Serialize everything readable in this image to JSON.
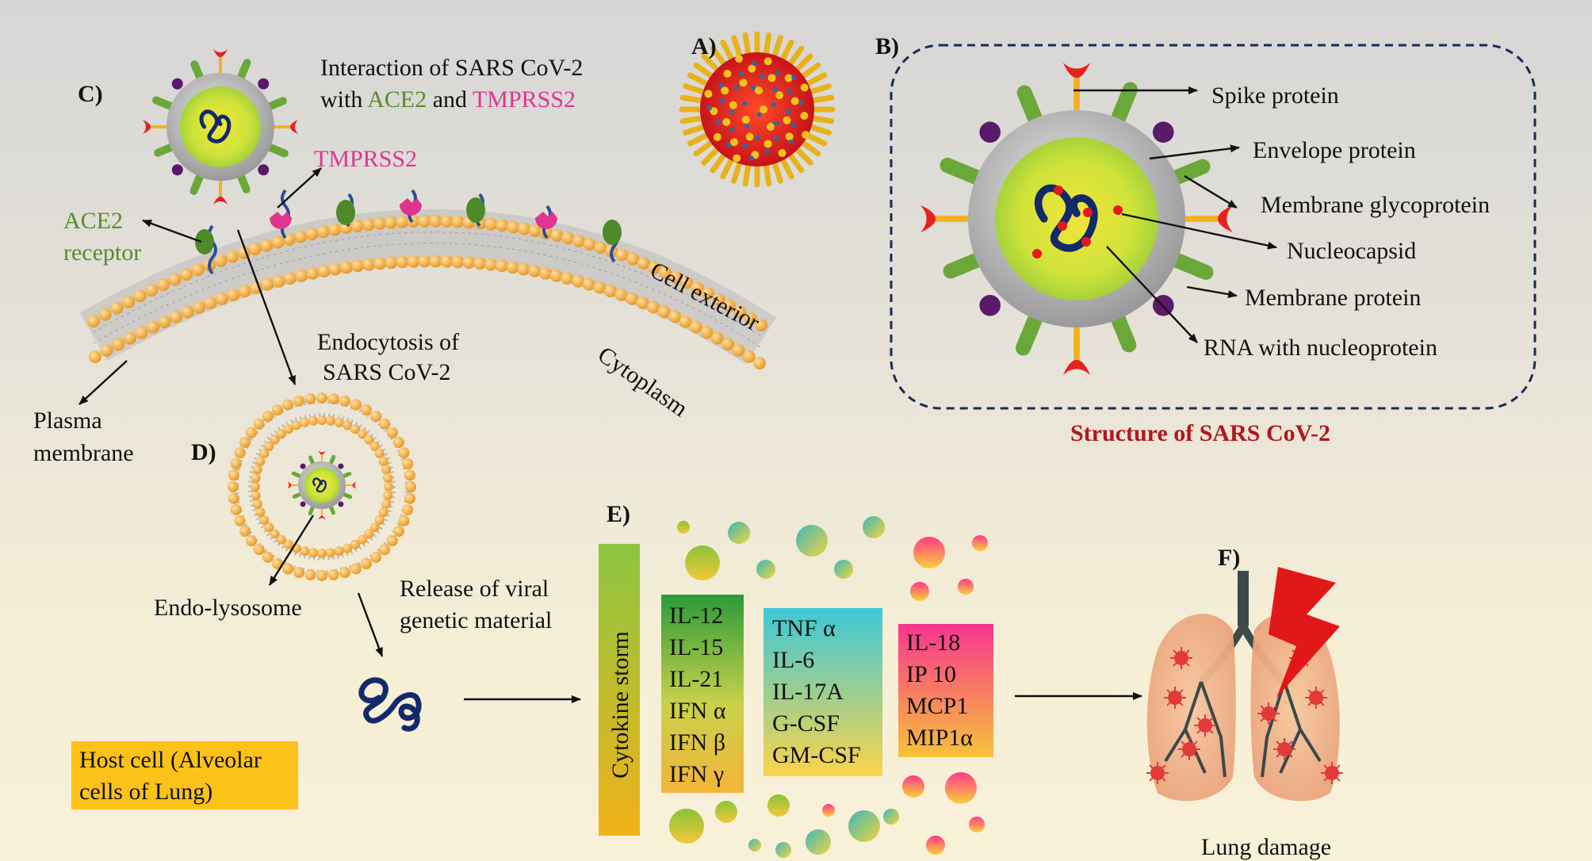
{
  "panels": {
    "a": "A)",
    "b": "B)",
    "c": "C)",
    "d": "D)",
    "e": "E)",
    "f": "F)"
  },
  "interaction": {
    "line1": "Interaction of SARS CoV-2",
    "line2_prefix": "with ",
    "ace2": "ACE2",
    "and": " and ",
    "tmprss2": "TMPRSS2"
  },
  "labels": {
    "tmprss2": "TMPRSS2",
    "ace2_line1": "ACE2",
    "ace2_line2": "receptor",
    "cell_exterior": "Cell exterior",
    "cytoplasm": "Cytoplasm",
    "endocytosis_line1": "Endocytosis of",
    "endocytosis_line2": "SARS CoV-2",
    "plasma_line1": "Plasma",
    "plasma_line2": "membrane",
    "endo_lysosome": "Endo-lysosome",
    "release_line1": "Release of viral",
    "release_line2": "genetic material",
    "host_line1": "Host cell (Alveolar",
    "host_line2": "cells of Lung)",
    "lung_damage": "Lung damage",
    "cytokine_storm": "Cytokine storm"
  },
  "structure": {
    "title": "Structure of SARS CoV-2",
    "parts": [
      "Spike protein",
      "Envelope protein",
      "Membrane glycoprotein",
      "Nucleocapsid",
      "Membrane protein",
      "RNA with nucleoprotein"
    ]
  },
  "cytokines": {
    "group1": [
      "IL-12",
      "IL-15",
      "IL-21",
      "IFN α",
      "IFN β",
      "IFN γ"
    ],
    "group2": [
      "TNF α",
      "IL-6",
      "IL-17A",
      "G-CSF",
      "GM-CSF"
    ],
    "group3": [
      "IL-18",
      "IP 10",
      "MCP1",
      "MIP1α"
    ]
  },
  "colors": {
    "ace2": "#5b8a2e",
    "tmprss2": "#e0358f",
    "title_red": "#b0181c",
    "dashed_border": "#1a2a5a"
  }
}
